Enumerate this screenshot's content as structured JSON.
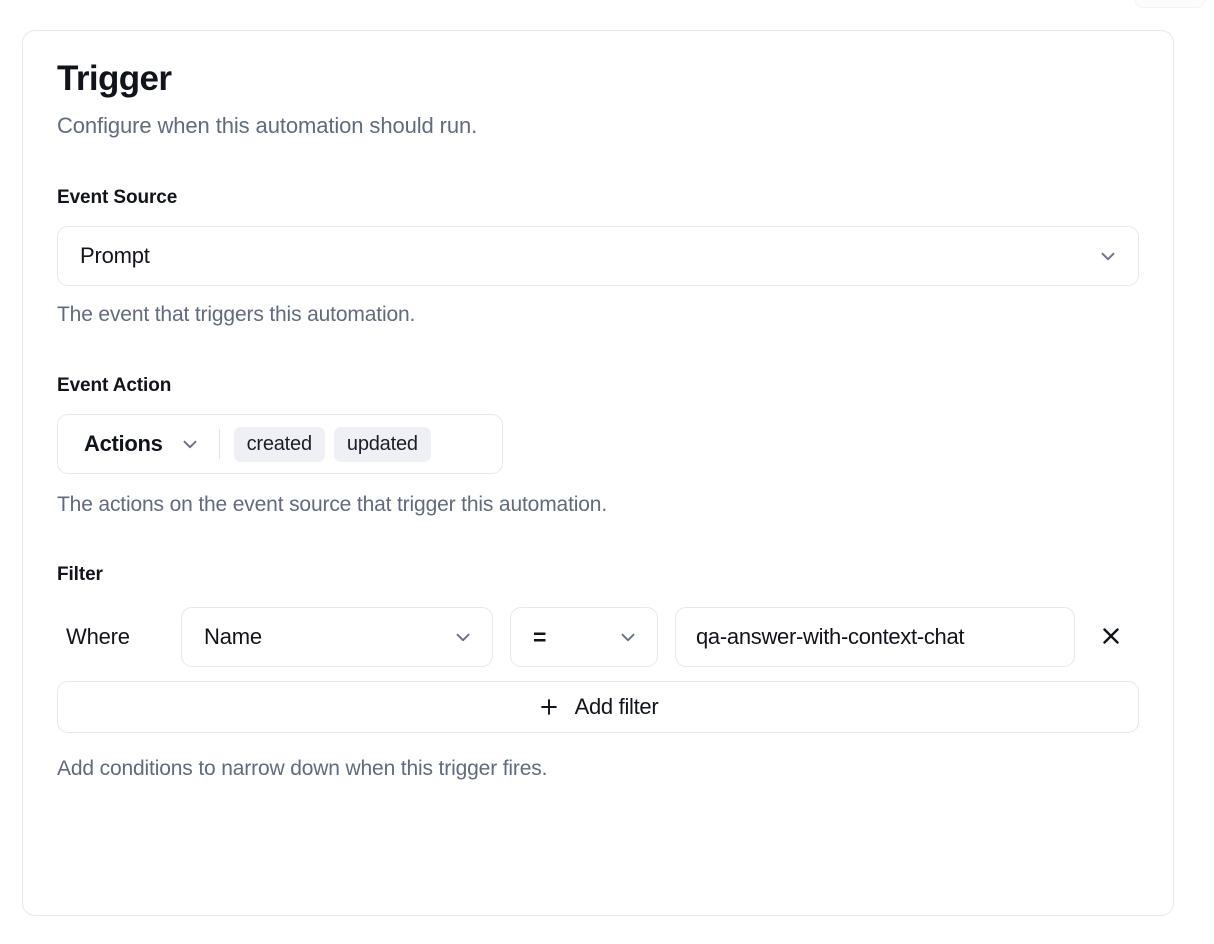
{
  "card": {
    "title": "Trigger",
    "subtitle": "Configure when this automation should run."
  },
  "event_source": {
    "label": "Event Source",
    "selected": "Prompt",
    "help": "The event that triggers this automation.",
    "chevron_icon": "chevron-down-icon"
  },
  "event_action": {
    "label": "Event Action",
    "trigger_label": "Actions",
    "chips": [
      "created",
      "updated"
    ],
    "help": "The actions on the event source that trigger this automation.",
    "chevron_icon": "chevron-down-icon"
  },
  "filter": {
    "label": "Filter",
    "where_label": "Where",
    "field": "Name",
    "operator": "=",
    "value": "qa-answer-with-context-chat",
    "remove_icon": "close-icon",
    "add_filter_label": "Add filter",
    "add_filter_icon": "plus-icon",
    "help": "Add conditions to narrow down when this trigger fires."
  },
  "colors": {
    "text_primary": "#12141c",
    "text_muted": "#606b7d",
    "border": "#e6e8ee",
    "chip_bg": "#eef0f6",
    "surface": "#ffffff"
  }
}
